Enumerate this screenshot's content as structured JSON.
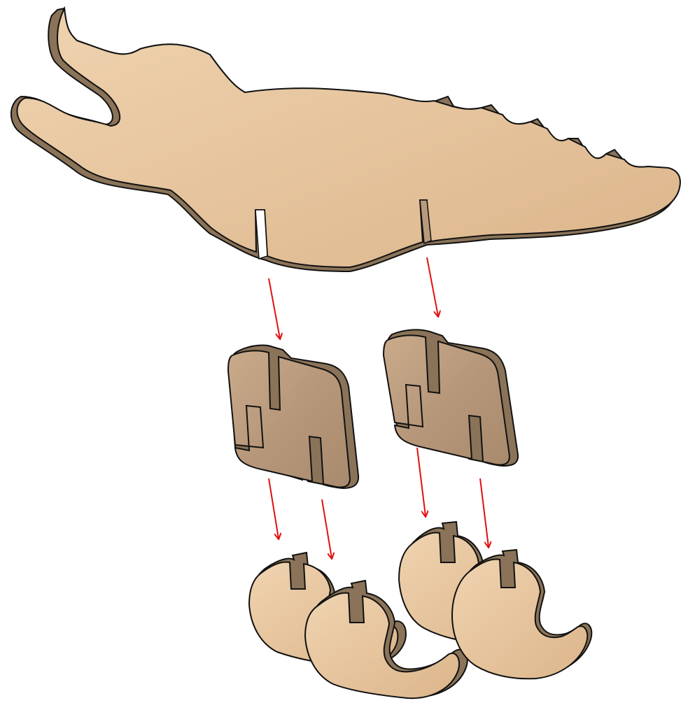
{
  "diagram": {
    "kind": "exploded-assembly",
    "parts": [
      {
        "id": "body",
        "label": ""
      },
      {
        "id": "saddle-left",
        "label": ""
      },
      {
        "id": "saddle-right",
        "label": ""
      },
      {
        "id": "foot-1",
        "label": ""
      },
      {
        "id": "foot-2",
        "label": ""
      },
      {
        "id": "foot-3",
        "label": ""
      },
      {
        "id": "foot-4",
        "label": ""
      }
    ],
    "connections": [
      {
        "from": "body",
        "to": "saddle-left"
      },
      {
        "from": "body",
        "to": "saddle-right"
      },
      {
        "from": "saddle-left",
        "to": "foot-1"
      },
      {
        "from": "saddle-left",
        "to": "foot-2"
      },
      {
        "from": "saddle-right",
        "to": "foot-3"
      },
      {
        "from": "saddle-right",
        "to": "foot-4"
      }
    ]
  },
  "colors": {
    "wood_light": "#e9c9a3",
    "wood_mid": "#d8b48a",
    "wood_dark": "#b89a7c",
    "edge": "#8a7358",
    "outline": "#111111",
    "arrow": "#e01010"
  }
}
